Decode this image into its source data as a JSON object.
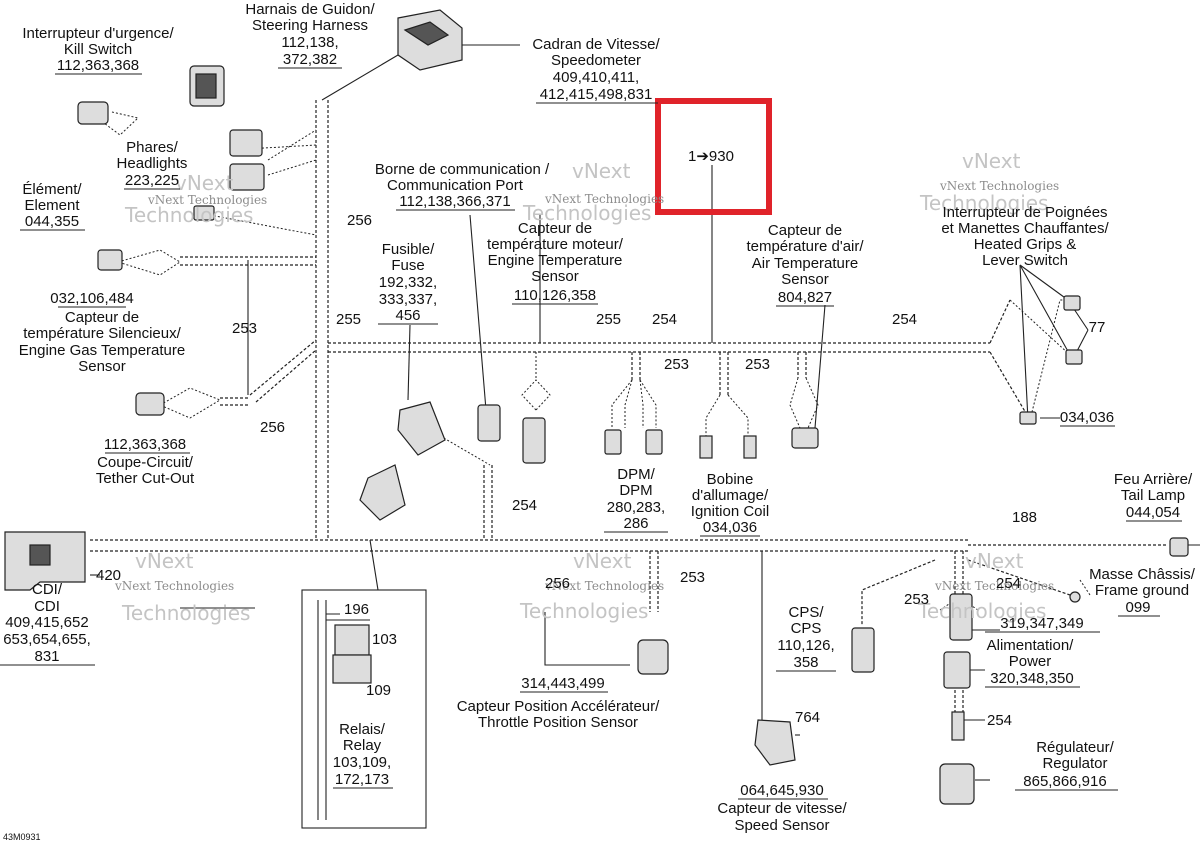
{
  "diagram_code": "43M0931",
  "watermark": {
    "brand": "vNext Technologies",
    "line1": "vNext",
    "line2": "Technologies"
  },
  "highlight": {
    "label": "1➔930",
    "color": "#e0232a"
  },
  "components": {
    "kill_switch": {
      "line1": "Interrupteur d'urgence/",
      "line2": "Kill Switch",
      "refs": "112,363,368"
    },
    "steering_harness": {
      "line1": "Harnais de Guidon/",
      "line2": "Steering Harness",
      "refs1": "112,138,",
      "refs2": "372,382"
    },
    "speedometer": {
      "line1": "Cadran de Vitesse/",
      "line2": "Speedometer",
      "refs1": "409,410,411,",
      "refs2": "412,415,498,831"
    },
    "headlights": {
      "line1": "Phares/",
      "line2": "Headlights",
      "refs": "223,225"
    },
    "element": {
      "line1": "Élément/",
      "line2": "Element",
      "refs": "044,355"
    },
    "comm_port": {
      "line1": "Borne de communication /",
      "line2": "Communication Port",
      "refs": "112,138,366,371"
    },
    "engine_gas_sensor": {
      "refs": "032,106,484",
      "line1": "Capteur de",
      "line2": "température Silencieux/",
      "line3": "Engine Gas Temperature",
      "line4": "Sensor"
    },
    "fuse": {
      "line1": "Fusible/",
      "line2": "Fuse",
      "refs1": "192,332,",
      "refs2": "333,337,",
      "refs3": "456"
    },
    "engine_temp_sensor": {
      "line1": "Capteur de",
      "line2": "température moteur/",
      "line3": "Engine Temperature",
      "line4": "Sensor",
      "refs": "110,126,358"
    },
    "air_temp_sensor": {
      "line1": "Capteur de",
      "line2": "température d'air/",
      "line3": "Air Temperature",
      "line4": "Sensor",
      "refs": "804,827"
    },
    "heated_grips": {
      "line1": "Interrupteur de Poignées",
      "line2": "et Manettes Chauffantes/",
      "line3": "Heated Grips &",
      "line4": "Lever Switch",
      "refs_a": "77",
      "refs_b": "034,036"
    },
    "tether_cutout": {
      "refs": "112,363,368",
      "line1": "Coupe-Circuit/",
      "line2": "Tether Cut-Out"
    },
    "dpm": {
      "line1": "DPM/",
      "line2": "DPM",
      "refs1": "280,283,",
      "refs2": "286"
    },
    "ignition_coil": {
      "line1": "Bobine",
      "line2": "d'allumage/",
      "line3": "Ignition Coil",
      "refs": "034,036"
    },
    "tail_lamp": {
      "line1": "Feu Arrière/",
      "line2": "Tail Lamp",
      "refs": "044,054"
    },
    "cdi": {
      "line1": "CDI/",
      "line2": "CDI",
      "refs1": "409,415,652",
      "refs2": "653,654,655,",
      "refs3": "831",
      "conn_ref": "420"
    },
    "frame_ground": {
      "line1": "Masse Châssis/",
      "line2": "Frame ground",
      "refs": "099"
    },
    "relay": {
      "line1": "Relais/",
      "line2": "Relay",
      "refs1": "103,109,",
      "refs2": "172,173",
      "sub_a": "196",
      "sub_b": "103",
      "sub_c": "109"
    },
    "cps": {
      "line1": "CPS/",
      "line2": "CPS",
      "refs1": "110,126,",
      "refs2": "358"
    },
    "power": {
      "refs_a": "319,347,349",
      "line1": "Alimentation/",
      "line2": "Power",
      "refs_b": "320,348,350"
    },
    "tps": {
      "refs": "314,443,499",
      "line1": "Capteur Position Accélérateur/",
      "line2": "Throttle Position Sensor"
    },
    "speed_sensor": {
      "conn_ref": "764",
      "refs": "064,645,930",
      "line1": "Capteur de vitesse/",
      "line2": "Speed Sensor"
    },
    "regulator": {
      "refs_a": "254",
      "line1": "Régulateur/",
      "line2": "Regulator",
      "refs_b": "865,866,916"
    }
  },
  "wire_labels": {
    "w256_a": "256",
    "w253_left": "253",
    "w255_a": "255",
    "w255_b": "255",
    "w254_a": "254",
    "w254_b": "254",
    "w253_mid": "253",
    "w253_right": "253",
    "w256_b": "256",
    "w254_c": "254",
    "w188": "188",
    "w256_c": "256",
    "w253_bot": "253",
    "w253_cps": "253",
    "w254_d": "254"
  }
}
